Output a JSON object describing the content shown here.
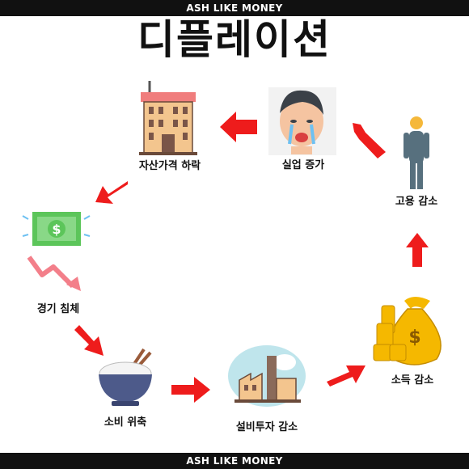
{
  "header": {
    "banner": "ASH LIKE MONEY",
    "title": "디플레이션"
  },
  "footer": {
    "banner": "ASH LIKE MONEY"
  },
  "cycle": {
    "asset_price_drop": "자산가격 하락",
    "unemployment_rise": "실업 증가",
    "employment_drop": "고용 감소",
    "recession": "경기 침체",
    "consumption_shrink": "소비 위축",
    "capex_drop": "설비투자 감소",
    "income_drop": "소득 감소"
  },
  "colors": {
    "arrow": "#ee1c1c",
    "bar": "#111111",
    "money_green": "#5cc55a",
    "gold": "#f5b800"
  },
  "icons": {
    "asset": "building-icon",
    "unemployment": "crying-face-icon",
    "employment": "person-icon",
    "recession": "money-falling-icon",
    "consumption": "rice-bowl-icon",
    "capex": "factory-icon",
    "income": "money-bag-icon"
  }
}
